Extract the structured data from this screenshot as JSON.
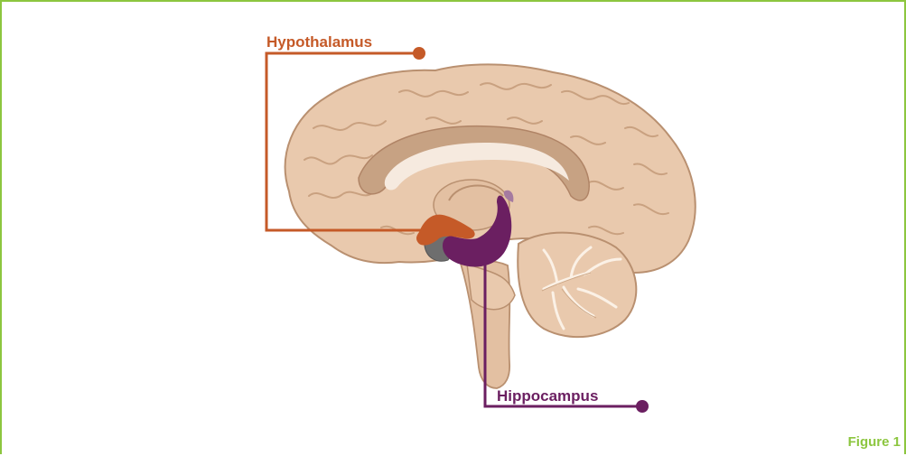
{
  "labels": {
    "hypothalamus": "Hypothalamus",
    "hippocampus": "Hippocampus"
  },
  "figure_label": "Figure 1",
  "colors": {
    "frame_border": "#8cc63f",
    "figure_label": "#8cc63f",
    "hypothalamus": "#c55a28",
    "hippocampus": "#6b1f61",
    "brain_fill": "#e9c9ad",
    "brain_shadow": "#d2ab8c",
    "brain_outline": "#b99070",
    "gyri_lines": "#ffffff",
    "inner_structure": "#c7a283",
    "ventricle_light": "#f6eadf",
    "gray_structure": "#6e6e6e"
  },
  "icons": {
    "hypothalamus_marker": "dot-marker-icon",
    "hippocampus_marker": "dot-marker-icon"
  }
}
